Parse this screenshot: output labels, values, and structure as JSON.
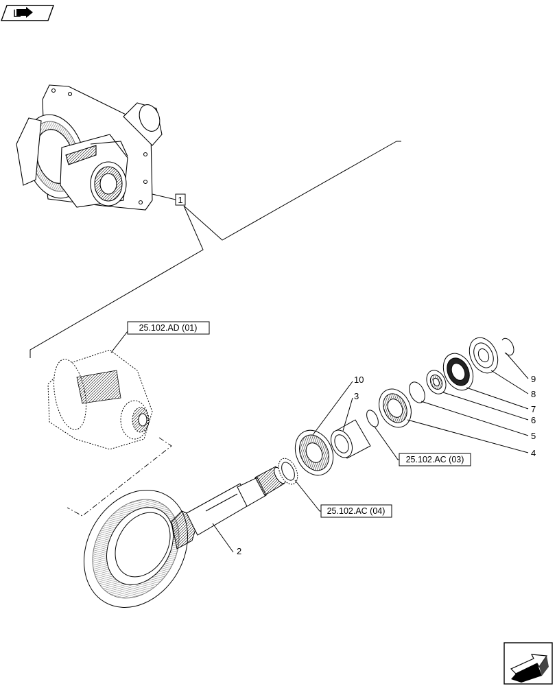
{
  "figure": {
    "item_callout": "1",
    "ref_labels": {
      "differential_ref": "25.102.AD (01)",
      "bearing_ref_03": "25.102.AC (03)",
      "shim_ref_04": "25.102.AC (04)"
    },
    "part_numbers": {
      "p2": "2",
      "p3": "3",
      "p4": "4",
      "p5": "5",
      "p6": "6",
      "p7": "7",
      "p8": "8",
      "p9": "9",
      "p10": "10"
    },
    "icons": {
      "top_left": "previous-page-arrow-icon",
      "bottom_right": "next-page-arrow-icon"
    }
  }
}
